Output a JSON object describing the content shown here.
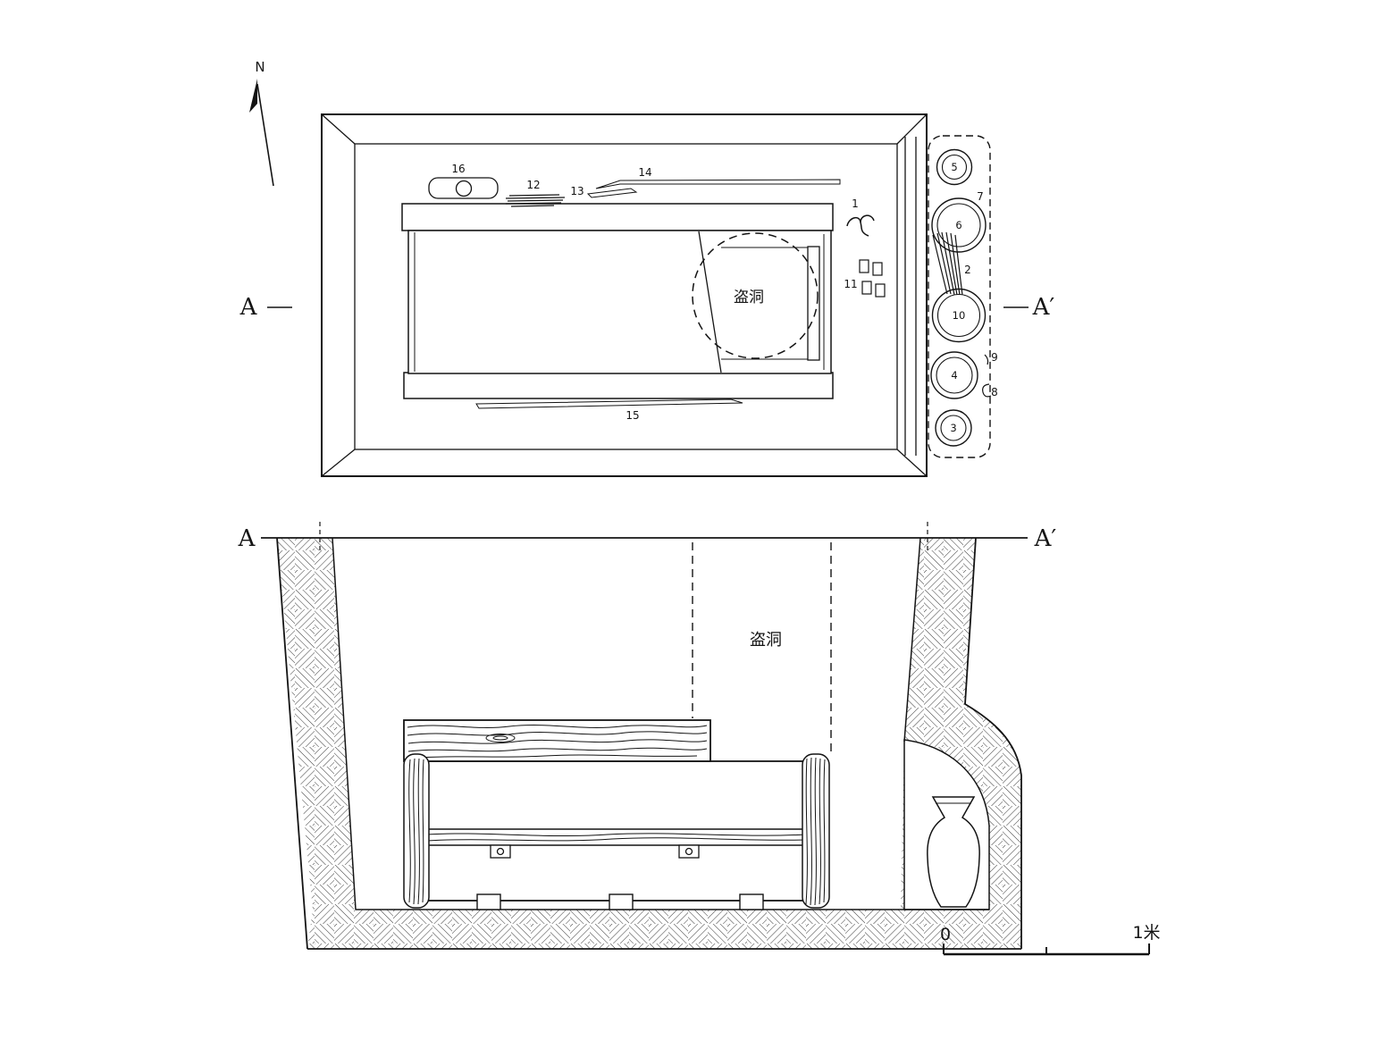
{
  "compass": {
    "north": "N"
  },
  "section_markers": {
    "left": "A",
    "right": "A′"
  },
  "robber_hole_label": "盗洞",
  "artifact_labels": {
    "1": "1",
    "2": "2",
    "3": "3",
    "4": "4",
    "5": "5",
    "6": "6",
    "7": "7",
    "8": "8",
    "9": "9",
    "10": "10",
    "11": "11",
    "12": "12",
    "13": "13",
    "14": "14",
    "15": "15",
    "16": "16"
  },
  "scale_bar": {
    "zero": "0",
    "one_meter": "1米"
  },
  "colors": {
    "ink": "#141414",
    "background": "#ffffff"
  }
}
